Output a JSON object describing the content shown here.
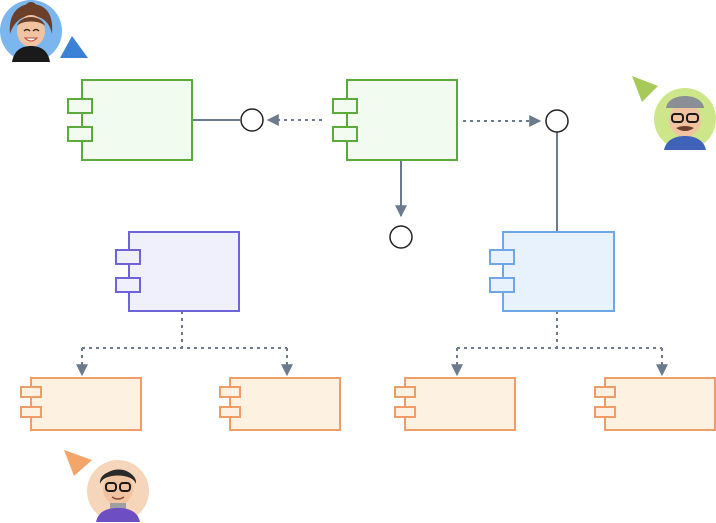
{
  "colors": {
    "background": "#ffffff",
    "green_stroke": "#5aaa3c",
    "green_fill": "#f2fbef",
    "purple_stroke": "#6f63d9",
    "purple_fill": "#f0effc",
    "blue_stroke": "#6ea6e6",
    "blue_fill": "#e8f2fd",
    "orange_stroke": "#ef9c66",
    "orange_fill": "#fdf2e2",
    "connector": "#6b7a8c",
    "cursor_blue": "#3b82d6",
    "cursor_green": "#a6c95a",
    "cursor_orange": "#f4a66a"
  },
  "components": [
    {
      "id": "component-green-left",
      "color": "green"
    },
    {
      "id": "component-green-center",
      "color": "green"
    },
    {
      "id": "component-purple",
      "color": "purple"
    },
    {
      "id": "component-blue",
      "color": "blue"
    },
    {
      "id": "component-orange-1",
      "color": "orange"
    },
    {
      "id": "component-orange-2",
      "color": "orange"
    },
    {
      "id": "component-orange-3",
      "color": "orange"
    },
    {
      "id": "component-orange-4",
      "color": "orange"
    }
  ],
  "interfaces": [
    {
      "id": "interface-circle-left"
    },
    {
      "id": "interface-circle-right"
    },
    {
      "id": "interface-circle-bottom"
    }
  ],
  "collaborators": [
    {
      "id": "avatar-woman-top-left",
      "icon": "woman-avatar-icon",
      "cursor": "cursor_blue"
    },
    {
      "id": "avatar-man-top-right",
      "icon": "man-avatar-icon",
      "cursor": "cursor_green"
    },
    {
      "id": "avatar-person-bottom-left",
      "icon": "person-avatar-icon",
      "cursor": "cursor_orange"
    }
  ]
}
